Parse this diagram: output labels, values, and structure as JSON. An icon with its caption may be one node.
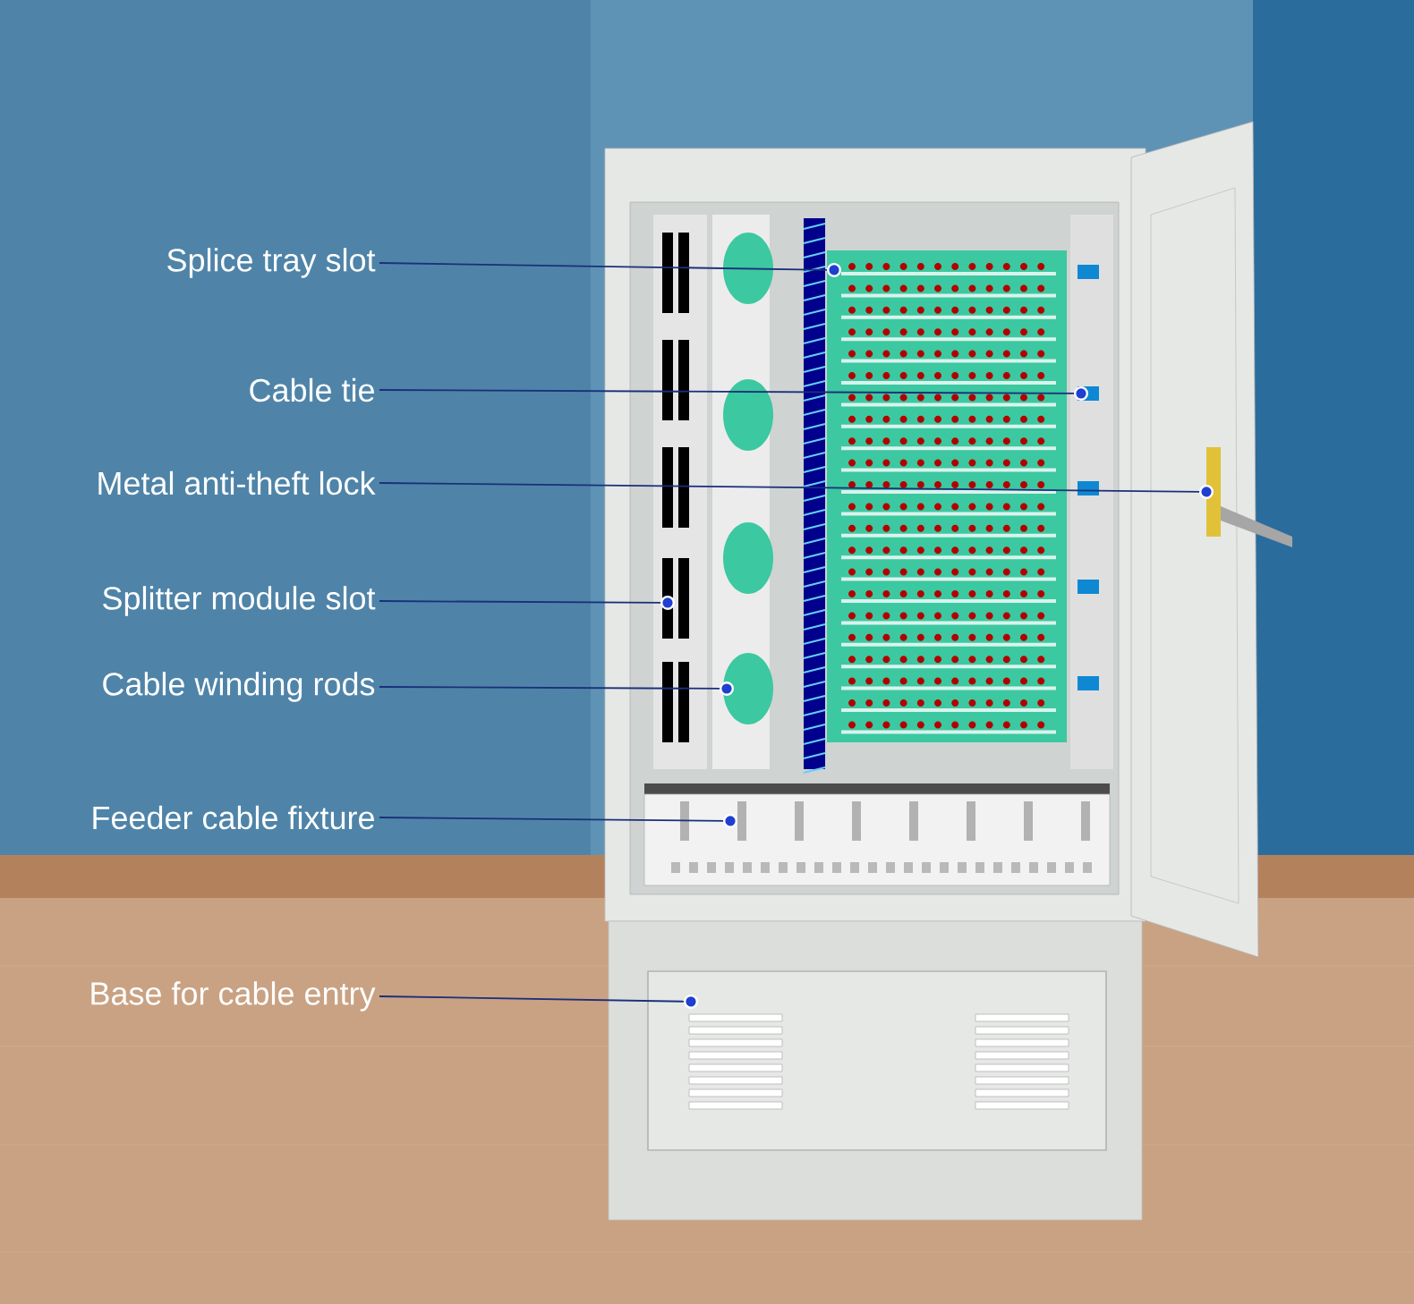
{
  "diagram": {
    "nodes": [
      {
        "text": [
          "Splice tray slot"
        ]
      },
      {
        "text": [
          "Cable tie"
        ]
      },
      {
        "text": [
          "Metal anti-theft lock"
        ]
      },
      {
        "text": [
          "Splitter module slot"
        ]
      },
      {
        "text": [
          "Cable winding rods"
        ]
      },
      {
        "text": [
          "Feeder cable fixture"
        ]
      },
      {
        "text": [
          "Base for cable entry"
        ]
      },
      {
        "text": [],
        "shape": "picture"
      }
    ],
    "edges": [
      {
        "from": 0,
        "to": null,
        "arrow": "other"
      },
      {
        "from": 1,
        "to": null,
        "arrow": "other"
      },
      {
        "from": 2,
        "to": 7,
        "arrow": "other"
      },
      {
        "from": 3,
        "to": null,
        "arrow": "other"
      },
      {
        "from": 4,
        "to": null,
        "arrow": "other"
      },
      {
        "from": 5,
        "to": null,
        "arrow": "other"
      },
      {
        "from": 6,
        "to": null,
        "arrow": "other"
      }
    ]
  }
}
